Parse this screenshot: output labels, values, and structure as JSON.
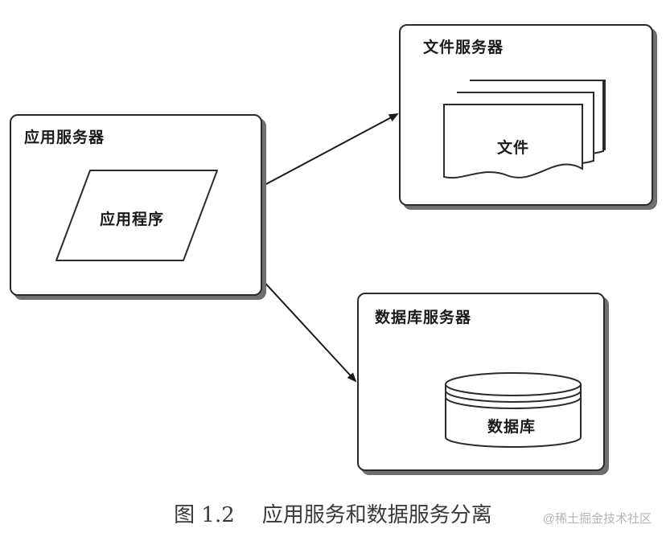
{
  "app_server": {
    "title": "应用服务器",
    "program_label": "应用程序"
  },
  "file_server": {
    "title": "文件服务器",
    "file_label": "文件"
  },
  "db_server": {
    "title": "数据库服务器",
    "db_label": "数据库"
  },
  "caption": {
    "figure_number": "图 1.2",
    "text": "应用服务和数据服务分离"
  },
  "watermark": "@稀土掘金技术社区"
}
